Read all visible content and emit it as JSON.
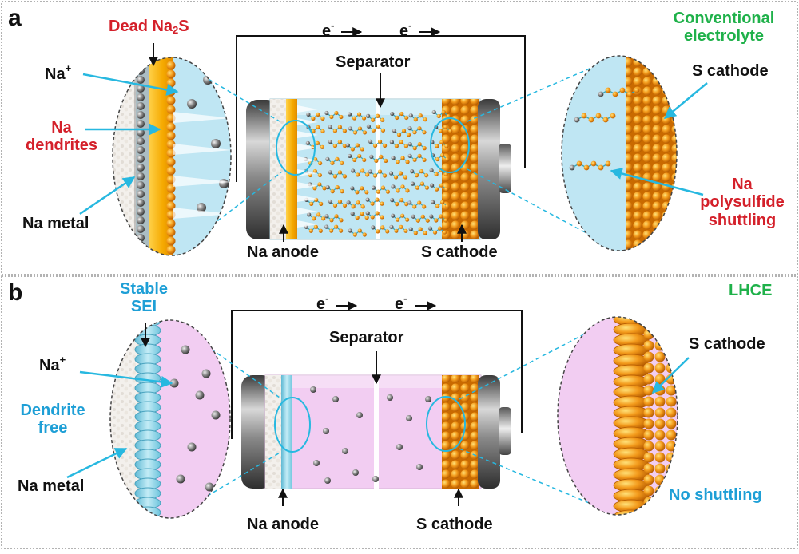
{
  "colors": {
    "red_label": "#d4202a",
    "green_label": "#1fb14a",
    "blue_label": "#1e9fd6",
    "conventional_electrolyte": "#bfe6f3",
    "lhce_electrolyte": "#f2cdf2",
    "sulfur_cathode": "#f39a1b",
    "dendrite_gold": "#f5b800",
    "sei_blue": "#8fd3e6",
    "callout_line": "#27b8e0"
  },
  "panel_a": {
    "letter": "a",
    "electrolyte": "Conventional electrolyte",
    "electrolyte_line1": "Conventional",
    "electrolyte_line2": "electrolyte",
    "electron_1": "e",
    "electron_2": "e",
    "electron_sup": "-",
    "separator": "Separator",
    "anode": "Na anode",
    "cathode": "S cathode",
    "dead_na2s_main": "Dead Na",
    "dead_na2s_sub": "2",
    "dead_na2s_tail": "S",
    "na_ion": "Na",
    "na_ion_sup": "+",
    "na_dendrites_line1": "Na",
    "na_dendrites_line2": "dendrites",
    "na_metal": "Na metal",
    "s_cathode_zoom": "S cathode",
    "shuttling_line1": "Na",
    "shuttling_line2": "polysulfide",
    "shuttling_line3": "shuttling"
  },
  "panel_b": {
    "letter": "b",
    "electrolyte": "LHCE",
    "electron_1": "e",
    "electron_2": "e",
    "electron_sup": "-",
    "separator": "Separator",
    "anode": "Na anode",
    "cathode": "S cathode",
    "stable_sei_line1": "Stable",
    "stable_sei_line2": "SEI",
    "na_ion": "Na",
    "na_ion_sup": "+",
    "dendrite_free_line1": "Dendrite",
    "dendrite_free_line2": "free",
    "na_metal": "Na metal",
    "s_cathode_zoom": "S cathode",
    "no_shuttling": "No shuttling"
  }
}
